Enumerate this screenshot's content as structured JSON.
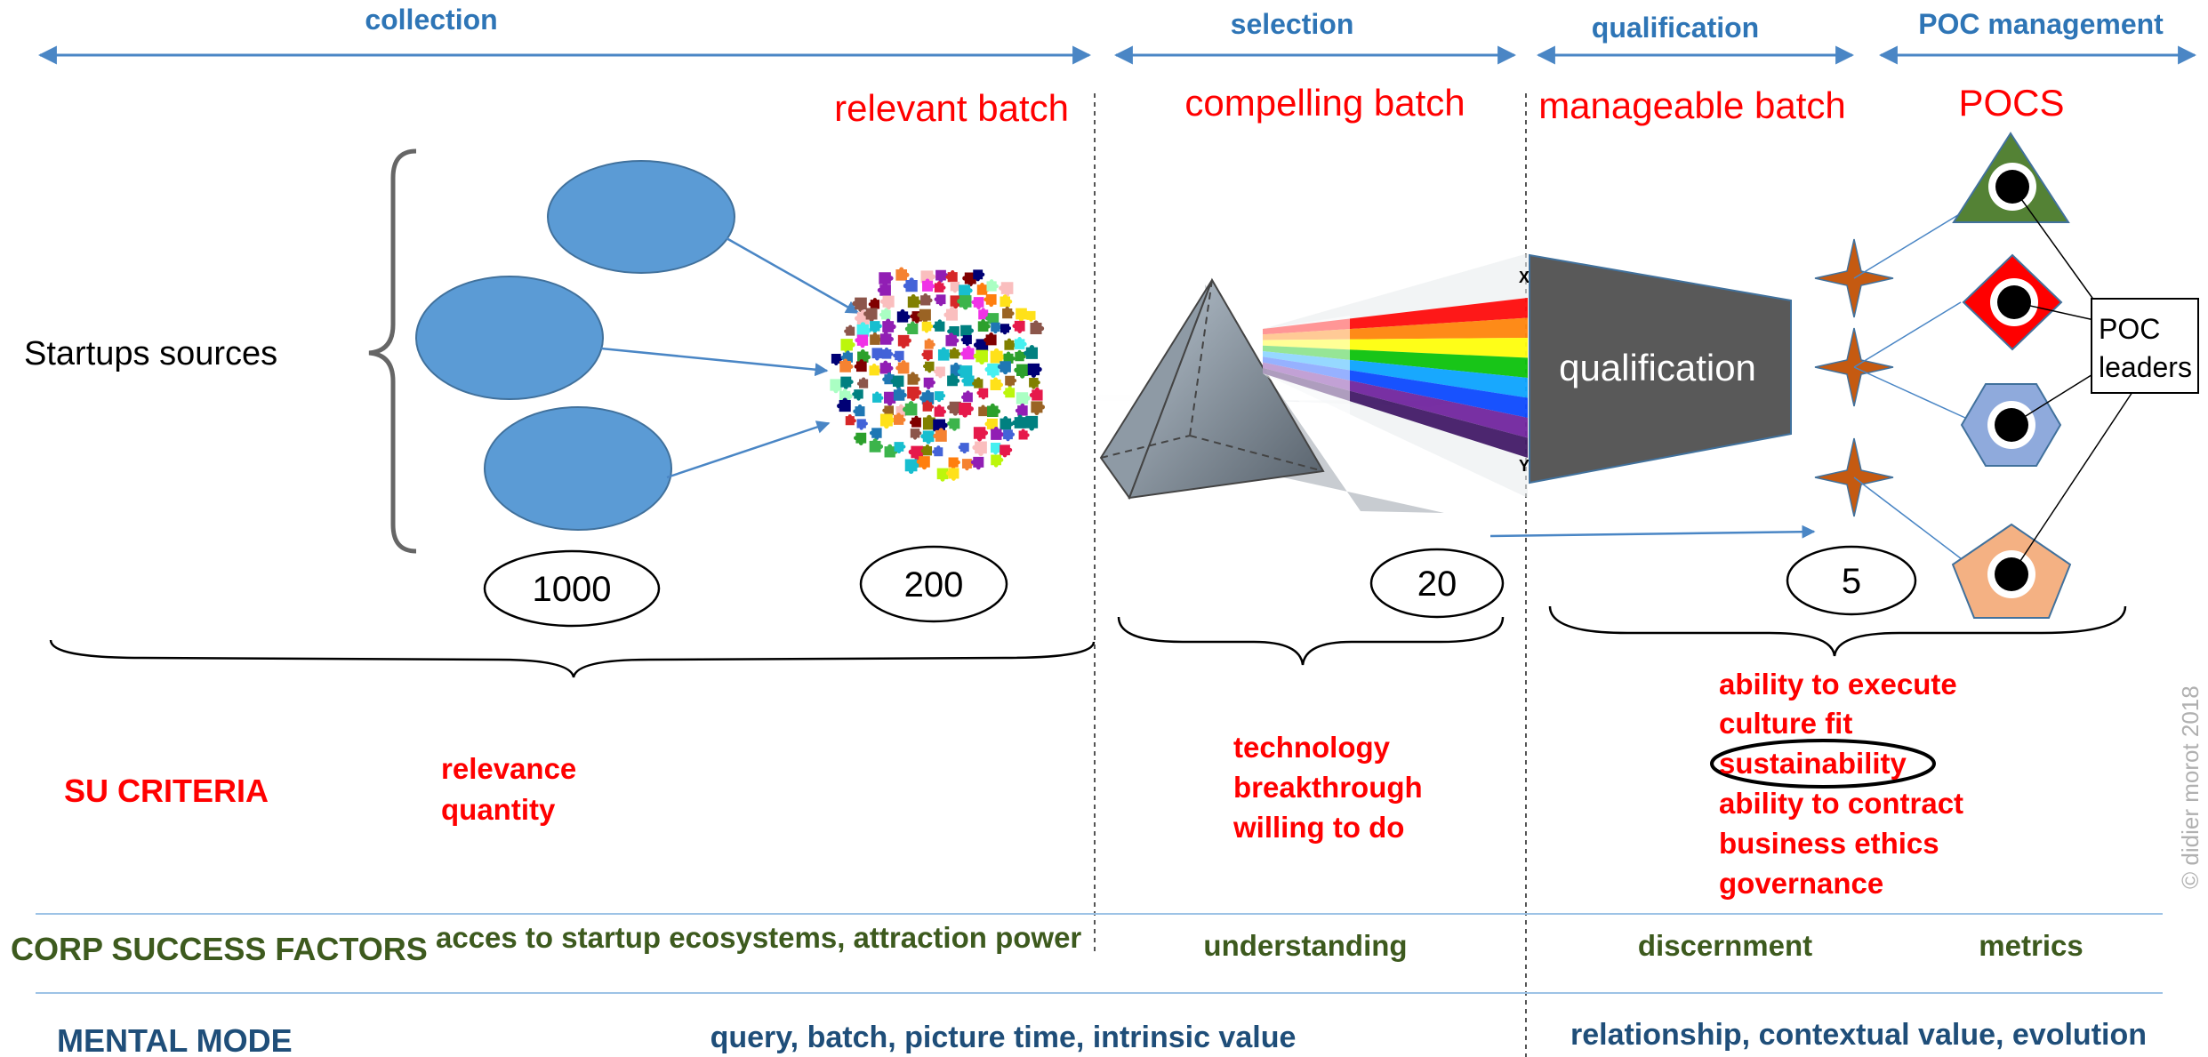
{
  "phases": {
    "collection": "collection",
    "selection": "selection",
    "qualification": "qualification",
    "poc_management": "POC management"
  },
  "batches": {
    "relevant": "relevant batch",
    "compelling": "compelling batch",
    "manageable": "manageable batch",
    "pocs": "POCS"
  },
  "startups_sources": "Startups sources",
  "counts": {
    "sources": "1000",
    "relevant": "200",
    "compelling": "20",
    "manageable": "5"
  },
  "prism_labels": {
    "x": "X",
    "y": "Y"
  },
  "qualification_box": "qualification",
  "poc_leaders": [
    "POC",
    "leaders"
  ],
  "su_criteria": {
    "label": "SU CRITERIA",
    "collection": [
      "relevance",
      "quantity"
    ],
    "selection": [
      "technology",
      "breakthrough",
      "willing to do"
    ],
    "qualification": [
      "ability to execute",
      "culture fit",
      "sustainability",
      "ability to contract",
      "business ethics",
      "governance"
    ]
  },
  "corp_success_factors": {
    "label": "CORP SUCCESS FACTORS",
    "collection": "acces to startup ecosystems, attraction power",
    "selection": "understanding",
    "qualification": "discernment",
    "poc_management": "metrics"
  },
  "mental_mode": {
    "label": "MENTAL MODE",
    "left": "query, batch, picture time, intrinsic value",
    "right": "relationship, contextual value, evolution"
  },
  "watermark": "© didier morot 2018",
  "colors": {
    "phase_blue": "#2e75b6",
    "criteria_red": "#ff0000",
    "factor_green": "#3d5a1e",
    "mode_blue": "#1f4e79",
    "ellipse_fill": "#5b9bd5",
    "qual_box": "#595959",
    "triangle": "#548235",
    "diamond": "#ff0000",
    "hexagon": "#8faadc",
    "pentagon": "#f4b183",
    "star": "#c55a11"
  },
  "icons": [
    "puzzle-cluster-icon",
    "prism-icon",
    "rainbow-beam-icon",
    "star-icon",
    "triangle-poc-icon",
    "diamond-poc-icon",
    "hexagon-poc-icon",
    "pentagon-poc-icon"
  ]
}
